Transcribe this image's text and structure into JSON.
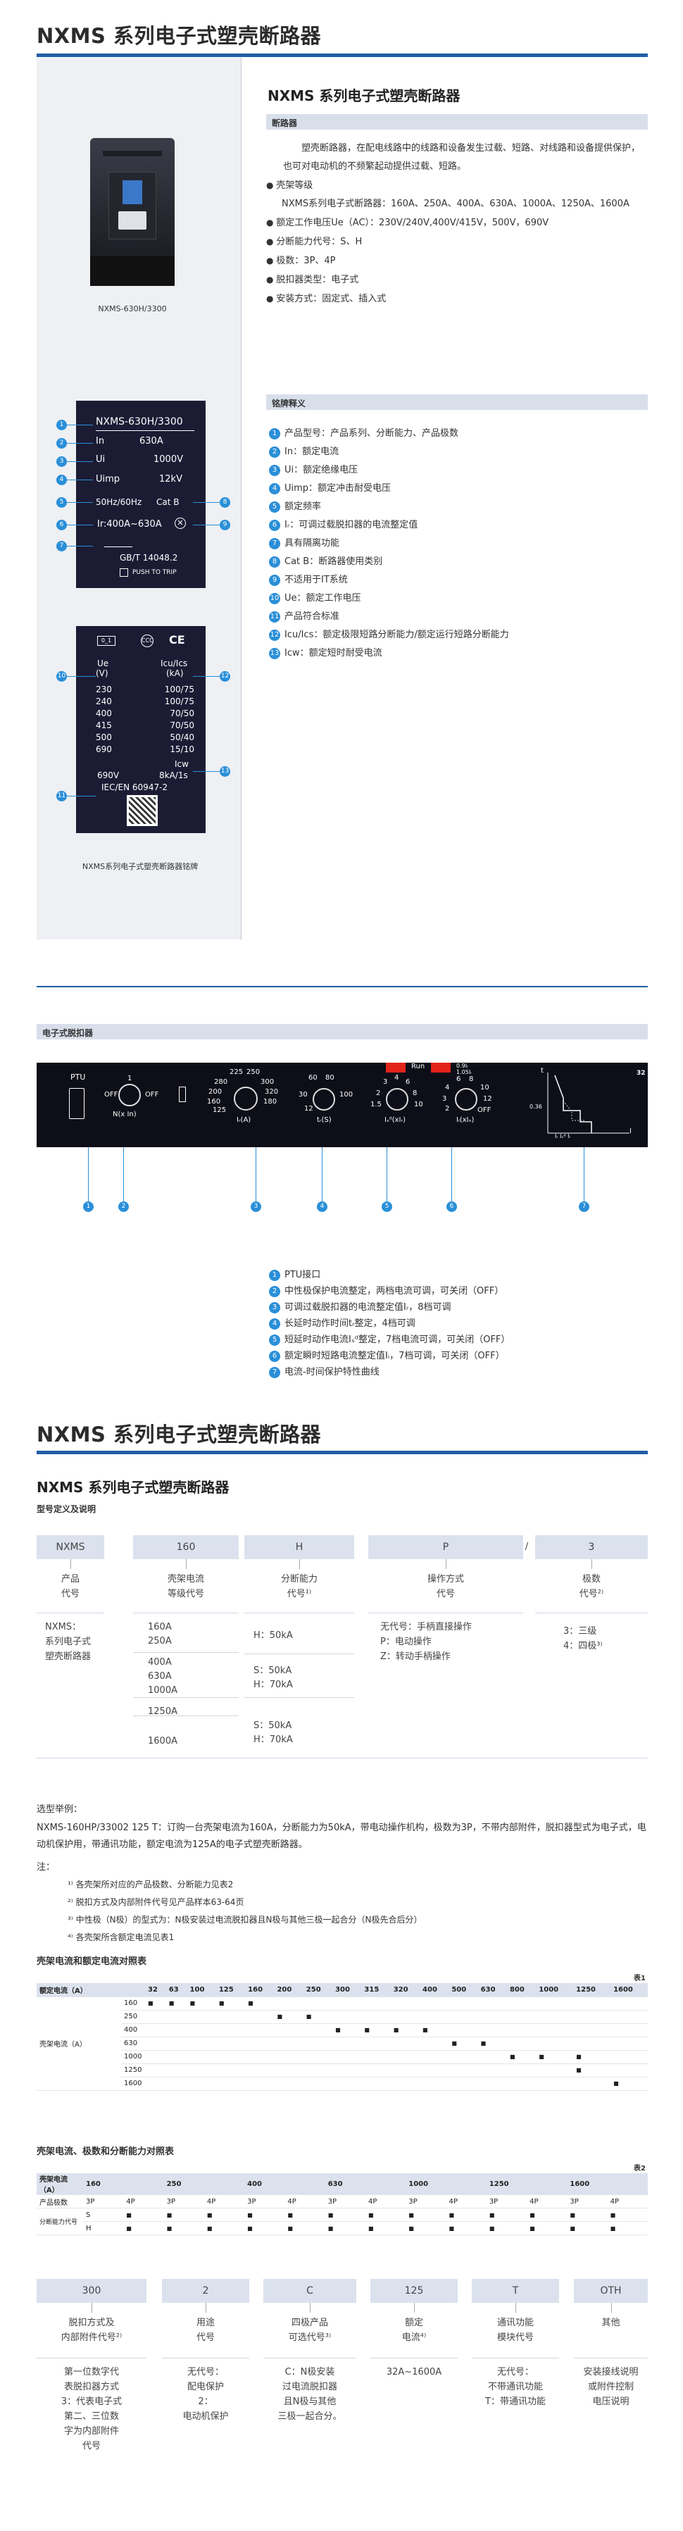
{
  "page": {
    "title1": "NXMS 系列电子式塑壳断路器",
    "title2": "NXMS 系列电子式塑壳断路器",
    "title3": "NXMS 系列电子式塑壳断路器"
  },
  "product": {
    "image_caption": "NXMS-630H/3300",
    "heading": "NXMS 系列电子式塑壳断路器",
    "section_label": "断路器",
    "intro": "塑壳断路器，在配电线路中的线路和设备发生过载、短路、对线路和设备提供保护，也可对电动机的不频繁起动提供过载、短路。",
    "specs": [
      "壳架等级",
      "NXMS系列电子式断路器：160A、250A、400A、630A、1000A、1250A、1600A",
      "额定工作电压Ue（AC）：230V/240V,400V/415V，500V，690V",
      "分断能力代号：S、H",
      "极数：3P、4P",
      "脱扣器类型：电子式",
      "安装方式：固定式、插入式"
    ]
  },
  "nameplate": {
    "section_label": "铭牌释义",
    "model": "NXMS-630H/3300",
    "in_label": "In",
    "in_value": "630A",
    "ui_label": "Ui",
    "ui_value": "1000V",
    "uimp_label": "Uimp",
    "uimp_value": "12kV",
    "freq": "50Hz/60Hz",
    "cat": "Cat B",
    "ir": "Ir:400A~630A",
    "std": "GB/T 14048.2",
    "push": "PUSH TO TRIP",
    "tbl_ue": "Ue",
    "tbl_v": "(V)",
    "tbl_icu": "Icu/Ics",
    "tbl_ka": "(kA)",
    "rows": [
      {
        "v": "230",
        "ka": "100/75"
      },
      {
        "v": "240",
        "ka": "100/75"
      },
      {
        "v": "400",
        "ka": "70/50"
      },
      {
        "v": "415",
        "ka": "70/50"
      },
      {
        "v": "500",
        "ka": "50/40"
      },
      {
        "v": "690",
        "ka": "15/10"
      }
    ],
    "icw_label": "Icw",
    "icw_v": "690V",
    "icw_value": "8kA/1s",
    "iec": "IEC/EN 60947-2",
    "caption": "NXMS系列电子式塑壳断路器铭牌",
    "legend": [
      "产品型号：产品系列、分断能力、产品极数",
      "In：额定电流",
      "Ui：额定绝缘电压",
      "Uimp：额定冲击耐受电压",
      "额定频率",
      "Iᵣ：可调过载脱扣器的电流整定值",
      "具有隔离功能",
      "Cat B：断路器使用类别",
      "不适用于IT系统",
      "Ue：额定工作电压",
      "产品符合标准",
      "Icu/Ics：额定极限短路分断能力/额定运行短路分断能力",
      "Icw：额定短时耐受电流"
    ]
  },
  "trip_unit": {
    "section_label": "电子式脱扣器",
    "ptu": "PTU",
    "ir_off": "OFF",
    "ir_mark": "1",
    "n_label": "N(x In)",
    "ir_ticks": [
      "225",
      "250",
      "280",
      "300",
      "320",
      "200",
      "160",
      "180",
      "125"
    ],
    "ir_unit": "Iᵣ(A)",
    "tr_ticks": [
      "60",
      "80",
      "30",
      "100",
      "12"
    ],
    "tr_unit": "tᵣ(S)",
    "isd_ticks": [
      "3",
      "4",
      "6",
      "2",
      "8",
      "1.5",
      "10"
    ],
    "isd_unit": "Iₛᵈ(xIᵣ)",
    "ii_ticks": [
      "6",
      "8",
      "4",
      "10",
      "3",
      "12",
      "2",
      "OFF"
    ],
    "ii_unit": "Iᵢ(xIₙ)",
    "run": "Run",
    "led1": "0.9Iᵣ",
    "led2": "1.05Iᵣ",
    "curve_t": "t",
    "curve_i": "I",
    "curve_label": "Iᵣ  Iₛᵈ  Iᵢ",
    "curve_036": "0.36",
    "corner": "32",
    "legend": [
      "PTU接口",
      "中性极保护电流整定，两档电流可调，可关闭（OFF）",
      "可调过载脱扣器的电流整定值Iᵣ，8档可调",
      "长延时动作时间tᵣ整定，4档可调",
      "短延时动作电流Iₛᵈ整定，7档电流可调，可关闭（OFF）",
      "额定瞬时短路电流整定值Iᵢ，7档可调，可关闭（OFF）",
      "电流-时间保护特性曲线"
    ]
  },
  "model_code": {
    "heading": "NXMS 系列电子式塑壳断路器",
    "subheading": "型号定义及说明",
    "boxes": [
      "NXMS",
      "160",
      "H",
      "P",
      "3"
    ],
    "slash": "/",
    "box_labels": [
      [
        "产品",
        "代号"
      ],
      [
        "壳架电流",
        "等级代号"
      ],
      [
        "分断能力",
        "代号¹⁾"
      ],
      [
        "操作方式",
        "代号"
      ],
      [
        "极数",
        "代号²⁾"
      ]
    ],
    "col1": [
      "NXMS：",
      "系列电子式",
      "塑壳断路器"
    ],
    "col2": [
      "160A",
      "250A",
      "400A",
      "630A",
      "1000A",
      "1250A",
      "1600A"
    ],
    "col3": [
      "H：50kA",
      "S：50kA",
      "H：70kA",
      "S：50kA",
      "H：70kA"
    ],
    "col4": [
      "无代号：手柄直接操作",
      "P：电动操作",
      "Z：转动手柄操作"
    ],
    "col5": [
      "3：三级",
      "4：四极³⁾"
    ],
    "example_label": "选型举例：",
    "example": "NXMS-160HP/33002 125 T：订购一台壳架电流为160A，分断能力为50kA，带电动操作机构，极数为3P，不带内部附件，脱扣器型式为电子式，电动机保护用，带通讯功能，额定电流为125A的电子式塑壳断路器。",
    "notes_label": "注：",
    "notes": [
      "¹⁾ 各壳架所对应的产品极数、分断能力见表2",
      "²⁾ 脱扣方式及内部附件代号见产品样本63-64页",
      "³⁾ 中性极（N极）的型式为：N极安装过电流脱扣器且N极与其他三极一起合分（N极先合后分）",
      "⁴⁾ 各壳架所含额定电流见表1"
    ]
  },
  "table1": {
    "title": "壳架电流和额定电流对照表",
    "table_no": "表1",
    "header_label": "额定电流（A）",
    "columns": [
      "32",
      "63",
      "100",
      "125",
      "160",
      "200",
      "250",
      "300",
      "315",
      "320",
      "400",
      "500",
      "630",
      "800",
      "1000",
      "1250",
      "1600"
    ],
    "row_group_label": "壳架电流（A）",
    "rows": [
      {
        "frame": "160",
        "marks": [
          0,
          1,
          2,
          3,
          4
        ]
      },
      {
        "frame": "250",
        "marks": [
          5,
          6
        ]
      },
      {
        "frame": "400",
        "marks": [
          7,
          8,
          9,
          10
        ]
      },
      {
        "frame": "630",
        "marks": [
          11,
          12
        ]
      },
      {
        "frame": "1000",
        "marks": [
          13,
          14,
          15
        ]
      },
      {
        "frame": "1250",
        "marks": [
          15
        ]
      },
      {
        "frame": "1600",
        "marks": [
          16
        ]
      }
    ],
    "mark": "■"
  },
  "table2": {
    "title": "壳架电流、极数和分断能力对照表",
    "table_no": "表2",
    "row1_label": "壳架电流（A）",
    "frames": [
      "160",
      "250",
      "400",
      "630",
      "1000",
      "1250",
      "1600"
    ],
    "row2_label": "产品极数",
    "poles": [
      "3P",
      "4P"
    ],
    "row3_label": "分断能力代号",
    "s": "S",
    "h": "H",
    "mark": "■"
  },
  "suffix_code": {
    "boxes": [
      "300",
      "2",
      "C",
      "125",
      "T",
      "OTH"
    ],
    "labels": [
      [
        "脱扣方式及",
        "内部附件代号²⁾"
      ],
      [
        "用途",
        "代号"
      ],
      [
        "四极产品",
        "可选代号³⁾"
      ],
      [
        "额定",
        "电流⁴⁾"
      ],
      [
        "通讯功能",
        "模块代号"
      ],
      [
        "其他",
        ""
      ]
    ],
    "desc": [
      [
        "第一位数字代",
        "表脱扣器方式",
        "3：代表电子式",
        "第二、三位数",
        "字为内部附件",
        "代号"
      ],
      [
        "无代号：",
        "配电保护",
        "2：",
        "电动机保护"
      ],
      [
        "C：N极安装",
        "过电流脱扣器",
        "且N极与其他",
        "三极一起合分。"
      ],
      [
        "32A~1600A"
      ],
      [
        "无代号：",
        "不带通讯功能",
        "T：带通讯功能"
      ],
      [
        "安装接线说明",
        "或附件控制",
        "电压说明"
      ]
    ]
  }
}
